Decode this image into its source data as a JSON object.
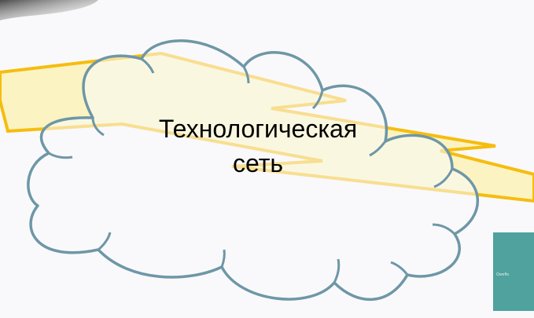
{
  "cloud": {
    "label_line1": "Технологическая",
    "label_line2": "сеть"
  },
  "teal_card": {
    "text": "Overflo"
  },
  "colors": {
    "cloud_outline": "#6e97a6",
    "cloud_fill": "#f9f9fb",
    "bolt_fill": "#fbf3c2",
    "bolt_stroke": "#f5bd0f",
    "teal_card": "#4fa29e"
  }
}
